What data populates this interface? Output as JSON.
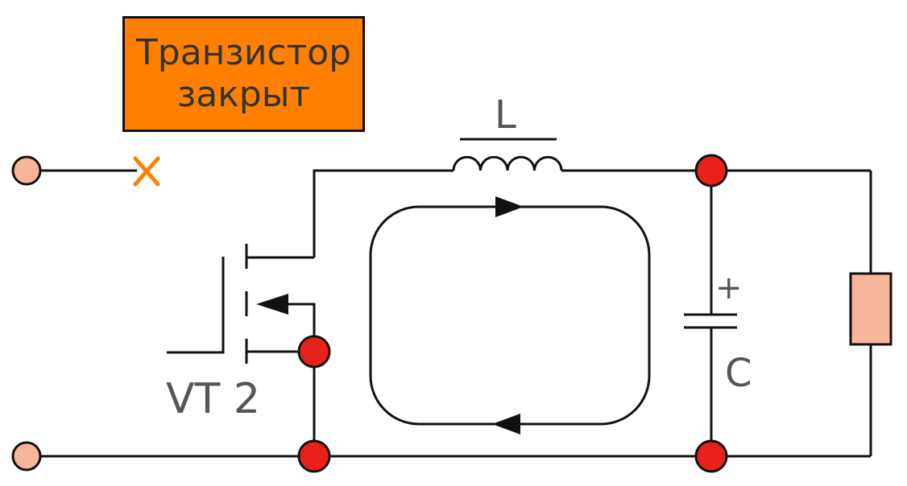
{
  "status": {
    "line1": "Транзистор",
    "line2": "закрыт"
  },
  "labels": {
    "inductor": "L",
    "capacitor": "C",
    "capacitor_polarity": "+",
    "transistor": "VT 2"
  },
  "colors": {
    "status_fill": "#ff8000",
    "wire": "#111111",
    "node": "#e8211b",
    "terminal": "#f7b59a",
    "load": "#f7b59a",
    "break_mark": "#ff8000",
    "label_text": "#555555"
  },
  "icons": {
    "break_mark": "x-icon",
    "current_arrow": "triangle-arrow-icon"
  }
}
